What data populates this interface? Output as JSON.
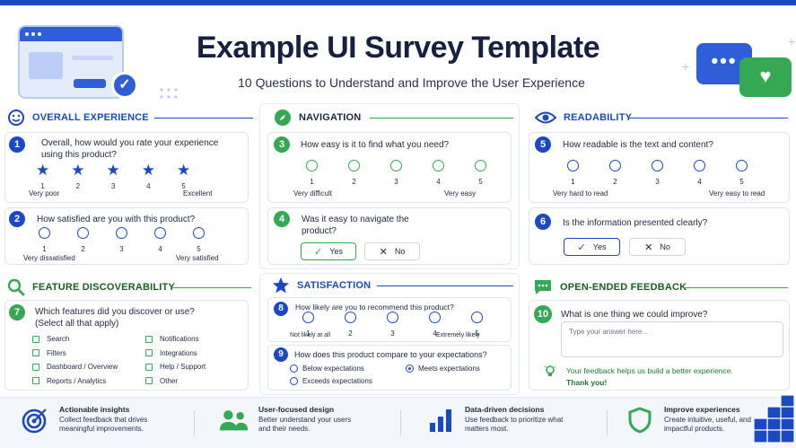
{
  "header": {
    "title": "Example UI Survey Template",
    "subtitle": "10 Questions to Understand and Improve the User Experience"
  },
  "colors": {
    "blue": "#1b48c4",
    "green": "#34a853",
    "navy": "#1d2740"
  },
  "sections": {
    "overall": {
      "title": "OVERALL EXPERIENCE",
      "icon": "smiley-icon",
      "q1": {
        "num": "1",
        "text": "Overall, how would you rate your experience using this product?",
        "options": [
          "1",
          "2",
          "3",
          "4",
          "5"
        ],
        "low": "Very poor",
        "high": "Excellent"
      },
      "q2": {
        "num": "2",
        "text": "How satisfied are you with this product?",
        "options": [
          "1",
          "2",
          "3",
          "4",
          "5"
        ],
        "low": "Very dissatisfied",
        "high": "Very satisfied"
      }
    },
    "navigation": {
      "title": "NAVIGATION",
      "icon": "compass-icon",
      "q3": {
        "num": "3",
        "text": "How easy is it to find what you need?",
        "options": [
          "1",
          "2",
          "3",
          "4",
          "5"
        ],
        "low": "Very difficult",
        "high": "Very easy"
      },
      "q4": {
        "num": "4",
        "text": "Was it easy to navigate the product?",
        "yes": "Yes",
        "no": "No"
      }
    },
    "readability": {
      "title": "READABILITY",
      "icon": "eye-icon",
      "q5": {
        "num": "5",
        "text": "How readable is the text and content?",
        "options": [
          "1",
          "2",
          "3",
          "4",
          "5"
        ],
        "low": "Very hard to read",
        "high": "Very easy to read"
      },
      "q6": {
        "num": "6",
        "text": "Is the information presented clearly?",
        "yes": "Yes",
        "no": "No"
      }
    },
    "feature": {
      "title": "FEATURE DISCOVERABILITY",
      "icon": "magnifier-icon",
      "q7": {
        "num": "7",
        "text1": "Which features did you discover or use?",
        "text2": "(Select all that apply)",
        "left": [
          "Search",
          "Filters",
          "Dashboard / Overview",
          "Reports / Analytics"
        ],
        "right": [
          "Notifications",
          "Integrations",
          "Help / Support",
          "Other"
        ]
      }
    },
    "satisfaction": {
      "title": "SATISFACTION",
      "icon": "star-icon",
      "q8": {
        "num": "8",
        "text": "How likely are you to recommend this product?",
        "options": [
          "1",
          "2",
          "3",
          "4",
          "5"
        ],
        "low": "Not likely at all",
        "high": "Extremely likely"
      },
      "q9": {
        "num": "9",
        "text": "How does this product compare to your expectations?",
        "opt1": "Below expectations",
        "opt2": "Meets expectations",
        "opt3": "Exceeds expectations"
      }
    },
    "feedback": {
      "title": "OPEN-ENDED FEEDBACK",
      "icon": "chat-icon",
      "q10": {
        "num": "10",
        "text": "What is one thing we could improve?",
        "placeholder": "Type your answer here..."
      },
      "note1": "Your feedback helps us build a better experience.",
      "note2": "Thank you!"
    }
  },
  "footer": [
    {
      "title": "Actionable insights",
      "desc1": "Collect feedback that drives",
      "desc2": "meaningful improvements.",
      "icon": "target-icon"
    },
    {
      "title": "User-focused design",
      "desc1": "Better understand your users",
      "desc2": "and their needs.",
      "icon": "users-icon"
    },
    {
      "title": "Data-driven decisions",
      "desc1": "Use feedback to prioritize what",
      "desc2": "matters most.",
      "icon": "bar-chart-icon"
    },
    {
      "title": "Improve experiences",
      "desc1": "Create intuitive, useful, and",
      "desc2": "impactful products.",
      "icon": "shield-icon"
    }
  ]
}
